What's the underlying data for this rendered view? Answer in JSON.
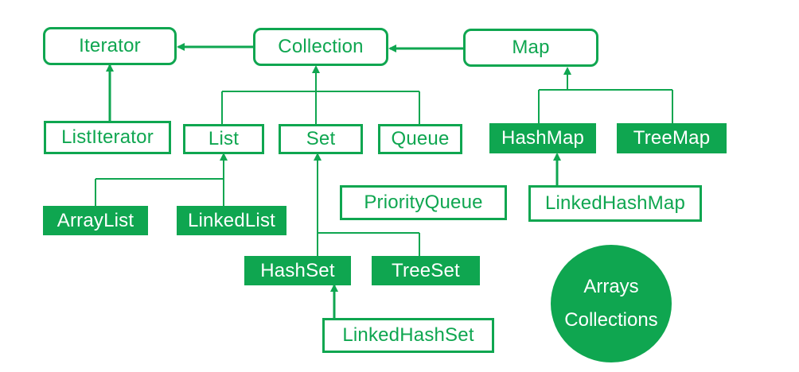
{
  "accent_color": "#0fa650",
  "background_color": "#ffffff",
  "nodes": {
    "iterator": "Iterator",
    "collection": "Collection",
    "map": "Map",
    "list_iterator": "ListIterator",
    "list": "List",
    "set": "Set",
    "queue": "Queue",
    "hashmap": "HashMap",
    "treemap": "TreeMap",
    "arraylist": "ArrayList",
    "linkedlist": "LinkedList",
    "priority_queue": "PriorityQueue",
    "linked_hashmap": "LinkedHashMap",
    "hashset": "HashSet",
    "treeset": "TreeSet",
    "linked_hashset": "LinkedHashSet"
  },
  "utility_circle": {
    "line1": "Arrays",
    "line2": "Collections"
  }
}
